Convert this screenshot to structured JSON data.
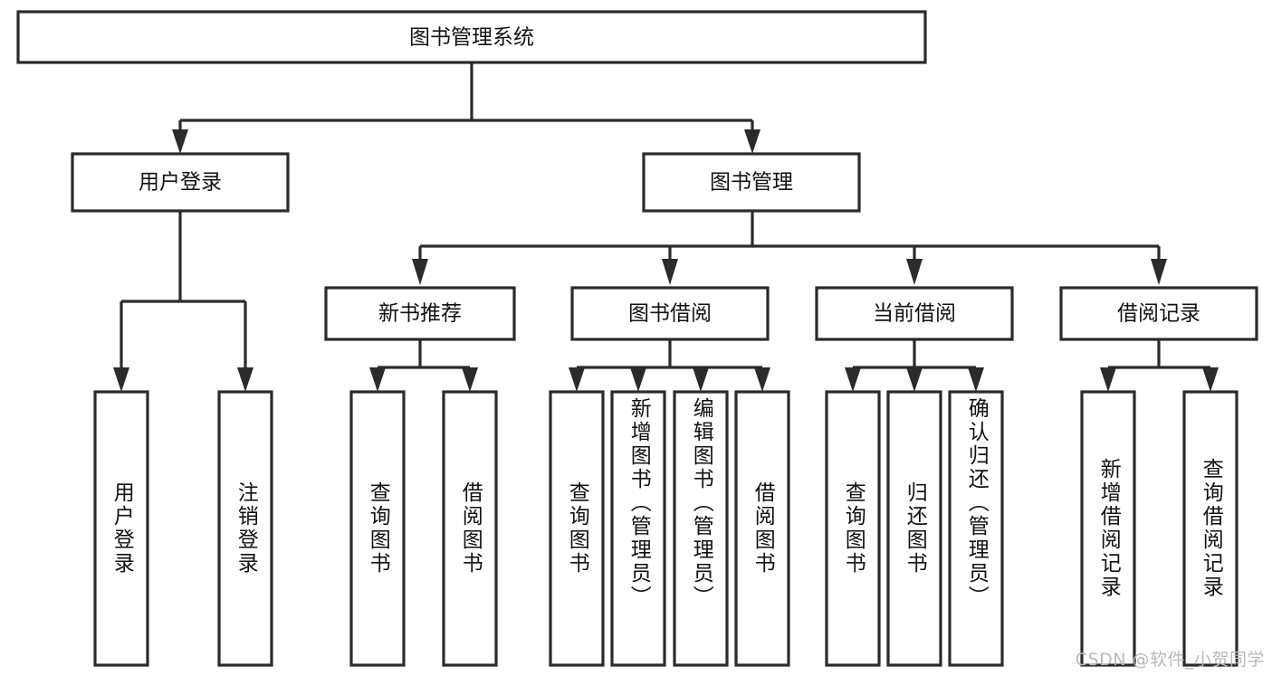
{
  "diagram": {
    "title": "图书管理系统",
    "type": "tree-hierarchy",
    "orientation": "top-down",
    "root": {
      "id": "root",
      "label": "图书管理系统",
      "text_direction": "horizontal"
    },
    "level2": [
      {
        "id": "user-login",
        "label": "用户登录",
        "text_direction": "horizontal"
      },
      {
        "id": "book-management",
        "label": "图书管理",
        "text_direction": "horizontal"
      }
    ],
    "level3": [
      {
        "id": "new-book-recommend",
        "label": "新书推荐",
        "parent": "book-management",
        "text_direction": "horizontal"
      },
      {
        "id": "book-borrow",
        "label": "图书借阅",
        "parent": "book-management",
        "text_direction": "horizontal"
      },
      {
        "id": "current-borrow",
        "label": "当前借阅",
        "parent": "book-management",
        "text_direction": "horizontal"
      },
      {
        "id": "borrow-record",
        "label": "借阅记录",
        "parent": "book-management",
        "text_direction": "horizontal"
      }
    ],
    "leaves": [
      {
        "id": "leaf-user-login",
        "label": "用户登录",
        "parent": "user-login",
        "text_direction": "vertical"
      },
      {
        "id": "leaf-logout-login",
        "label": "注销登录",
        "parent": "user-login",
        "text_direction": "vertical"
      },
      {
        "id": "leaf-query-book-1",
        "label": "查询图书",
        "parent": "new-book-recommend",
        "text_direction": "vertical"
      },
      {
        "id": "leaf-borrow-book-1",
        "label": "借阅图书",
        "parent": "new-book-recommend",
        "text_direction": "vertical"
      },
      {
        "id": "leaf-query-book-2",
        "label": "查询图书",
        "parent": "book-borrow",
        "text_direction": "vertical"
      },
      {
        "id": "leaf-add-book",
        "label": "新增图书（管理员）",
        "parent": "book-borrow",
        "text_direction": "vertical"
      },
      {
        "id": "leaf-edit-book",
        "label": "编辑图书（管理员）",
        "parent": "book-borrow",
        "text_direction": "vertical"
      },
      {
        "id": "leaf-borrow-book-2",
        "label": "借阅图书",
        "parent": "book-borrow",
        "text_direction": "vertical"
      },
      {
        "id": "leaf-query-book-3",
        "label": "查询图书",
        "parent": "current-borrow",
        "text_direction": "vertical"
      },
      {
        "id": "leaf-return-book",
        "label": "归还图书",
        "parent": "current-borrow",
        "text_direction": "vertical"
      },
      {
        "id": "leaf-confirm-return",
        "label": "确认归还（管理员）",
        "parent": "current-borrow",
        "text_direction": "vertical"
      },
      {
        "id": "leaf-add-record",
        "label": "新增借阅记录",
        "parent": "borrow-record",
        "text_direction": "vertical"
      },
      {
        "id": "leaf-query-record",
        "label": "查询借阅记录",
        "parent": "borrow-record",
        "text_direction": "vertical"
      }
    ],
    "colors": {
      "stroke": "#2b2b2b",
      "fill": "#ffffff",
      "text": "#111111",
      "watermark": "#b9b9b9",
      "background": "#ffffff"
    }
  },
  "watermark": {
    "text": "CSDN @软件_小贺同学"
  }
}
